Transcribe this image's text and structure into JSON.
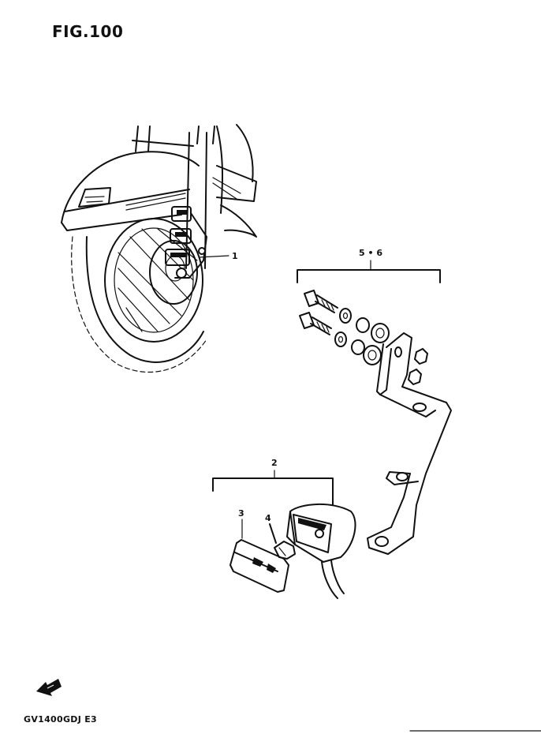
{
  "figure": {
    "title": "FIG.100",
    "model_code": "GV1400GDJ  E3"
  },
  "callouts": {
    "part_1": "1",
    "part_2": "2",
    "part_3": "3",
    "part_4": "4",
    "part_5_6": "5 • 6"
  },
  "icons": {
    "front_direction": "front-arrow-icon"
  }
}
